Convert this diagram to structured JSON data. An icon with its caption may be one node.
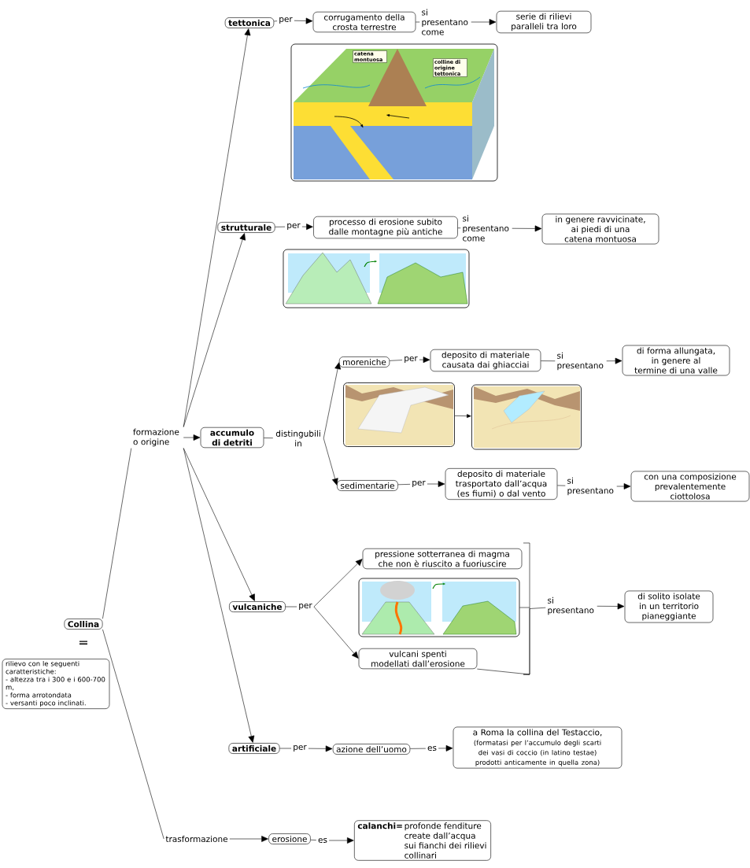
{
  "diagram": {
    "nodes": [
      {
        "text": [
          "Collina"
        ]
      },
      {
        "text": [
          "rilievo con le seguenti caratteristiche:",
          "- altezza tra i 300 e i 600-700 m,",
          "- forma arrotondata",
          "- versanti poco inclinati."
        ]
      },
      {
        "text": [
          "formazione o origine"
        ]
      },
      {
        "text": [
          "trasformazione"
        ]
      },
      {
        "text": [
          "tettonica"
        ]
      },
      {
        "text": [
          "per"
        ]
      },
      {
        "text": [
          "corrugamento della crosta terrestre"
        ]
      },
      {
        "text": [
          "si presentano come"
        ]
      },
      {
        "text": [
          "serie di rilievi paralleli tra loro"
        ]
      },
      {
        "text": [],
        "shape": "picture"
      },
      {
        "text": [
          "strutturale"
        ]
      },
      {
        "text": [
          "per"
        ]
      },
      {
        "text": [
          "processo di erosione subito dalle montagne più antiche"
        ]
      },
      {
        "text": [
          "si presentano come"
        ]
      },
      {
        "text": [
          "in genere ravvicinate, ai piedi di una catena montuosa"
        ]
      },
      {
        "text": [],
        "shape": "picture"
      },
      {
        "text": [
          "accumulo di detriti"
        ]
      },
      {
        "text": [
          "distingubili in"
        ]
      },
      {
        "text": [
          "moreniche"
        ]
      },
      {
        "text": [
          "per"
        ]
      },
      {
        "text": [
          "deposito di materiale causata dai ghiacciai"
        ]
      },
      {
        "text": [
          "si presentano"
        ]
      },
      {
        "text": [
          "di forma allungata, in genere al termine di una valle"
        ]
      },
      {
        "text": [],
        "shape": "picture"
      },
      {
        "text": [],
        "shape": "picture"
      },
      {
        "text": [
          "sedimentarie"
        ]
      },
      {
        "text": [
          "per"
        ]
      },
      {
        "text": [
          "deposito di materiale trasportato dall’acqua (es fiumi) o dal vento"
        ]
      },
      {
        "text": [
          "si presentano"
        ]
      },
      {
        "text": [
          "con una composizione prevalentemente ciottolosa"
        ]
      },
      {
        "text": [
          "vulcaniche"
        ]
      },
      {
        "text": [
          "per"
        ]
      },
      {
        "text": [
          "pressione sotterranea di magma che non è riuscito a fuoriuscire"
        ]
      },
      {
        "text": [],
        "shape": "picture"
      },
      {
        "text": [
          "vulcani spenti modellati dall’erosione"
        ]
      },
      {
        "text": [
          "si presentano"
        ]
      },
      {
        "text": [
          "di solito isolate in un territorio pianeggiante"
        ]
      },
      {
        "text": [
          "artificiale"
        ]
      },
      {
        "text": [
          "per"
        ]
      },
      {
        "text": [
          "azione dell’uomo"
        ]
      },
      {
        "text": [
          "es"
        ]
      },
      {
        "text": [
          "a Roma la collina del Testaccio,",
          "(formatasi per l’accumulo degli scarti dei vasi di coccio (in latino testae) prodotti anticamente in quella zona)"
        ]
      },
      {
        "text": [
          "erosione"
        ]
      },
      {
        "text": [
          "es"
        ]
      },
      {
        "text": [
          "calanchi=",
          "profonde fenditure create dall’acqua sui fianchi dei rilievi collinari"
        ]
      }
    ],
    "edges": [
      {
        "from": 0,
        "to": 2,
        "arrow": "none"
      },
      {
        "from": 0,
        "to": 3,
        "arrow": "none"
      },
      {
        "from": 2,
        "to": 4,
        "arrow": "to"
      },
      {
        "from": 2,
        "to": 10,
        "arrow": "to"
      },
      {
        "from": 2,
        "to": 16,
        "arrow": "to"
      },
      {
        "from": 2,
        "to": 30,
        "arrow": "to"
      },
      {
        "from": 2,
        "to": 37,
        "arrow": "to"
      },
      {
        "from": 4,
        "to": 5,
        "arrow": "none"
      },
      {
        "from": 5,
        "to": 6,
        "arrow": "to"
      },
      {
        "from": 6,
        "to": 7,
        "arrow": "none"
      },
      {
        "from": 7,
        "to": 8,
        "arrow": "to"
      },
      {
        "from": 10,
        "to": 11,
        "arrow": "none"
      },
      {
        "from": 11,
        "to": 12,
        "arrow": "to"
      },
      {
        "from": 12,
        "to": 13,
        "arrow": "none"
      },
      {
        "from": 13,
        "to": 14,
        "arrow": "to"
      },
      {
        "from": 16,
        "to": 17,
        "arrow": "none"
      },
      {
        "from": 17,
        "to": 18,
        "arrow": "to"
      },
      {
        "from": 17,
        "to": 25,
        "arrow": "to"
      },
      {
        "from": 18,
        "to": 19,
        "arrow": "none"
      },
      {
        "from": 19,
        "to": 20,
        "arrow": "to"
      },
      {
        "from": 20,
        "to": 21,
        "arrow": "none"
      },
      {
        "from": 21,
        "to": 22,
        "arrow": "to"
      },
      {
        "from": 23,
        "to": 24,
        "arrow": "to"
      },
      {
        "from": 25,
        "to": 26,
        "arrow": "none"
      },
      {
        "from": 26,
        "to": 27,
        "arrow": "to"
      },
      {
        "from": 27,
        "to": 28,
        "arrow": "none"
      },
      {
        "from": 28,
        "to": 29,
        "arrow": "to"
      },
      {
        "from": 30,
        "to": 31,
        "arrow": "none"
      },
      {
        "from": 31,
        "to": 32,
        "arrow": "to"
      },
      {
        "from": 31,
        "to": 34,
        "arrow": "to"
      },
      {
        "from": 32,
        "to": 35,
        "arrow": "none"
      },
      {
        "from": 33,
        "to": 35,
        "arrow": "none"
      },
      {
        "from": 34,
        "to": 35,
        "arrow": "none"
      },
      {
        "from": 35,
        "to": 36,
        "arrow": "to"
      },
      {
        "from": 37,
        "to": 38,
        "arrow": "none"
      },
      {
        "from": 38,
        "to": 39,
        "arrow": "to"
      },
      {
        "from": 39,
        "to": 40,
        "arrow": "none"
      },
      {
        "from": 40,
        "to": 41,
        "arrow": "to"
      },
      {
        "from": 3,
        "to": 42,
        "arrow": "to"
      },
      {
        "from": 42,
        "to": 43,
        "arrow": "none"
      },
      {
        "from": 43,
        "to": 44,
        "arrow": "to"
      }
    ],
    "labels": [
      "=",
      "catena montuosa",
      "colline di origine tettonica"
    ]
  }
}
